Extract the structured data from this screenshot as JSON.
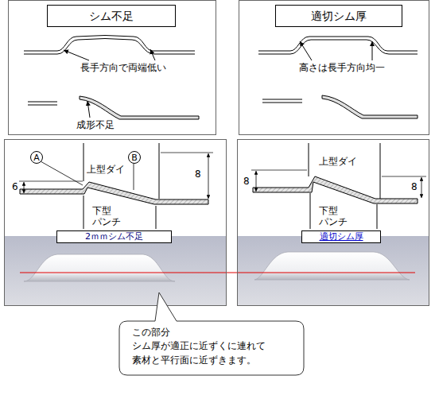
{
  "diagram": {
    "nodes": [
      {
        "text": [
          "長手方向で両端低い",
          "成形不足"
        ]
      },
      {
        "text": [
          "シム不足"
        ],
        "in": 0
      },
      {
        "text": [
          "高さは長手方向均一"
        ]
      },
      {
        "text": [
          "適切シム厚"
        ],
        "in": 2
      },
      {
        "text": [
          "上型ダイ",
          "下型 パンチ",
          "6",
          "8"
        ]
      },
      {
        "text": [
          "A"
        ],
        "in": 4
      },
      {
        "text": [
          "B"
        ],
        "in": 4
      },
      {
        "text": [
          "2ｍｍシム不足"
        ],
        "in": 4
      },
      {
        "text": [
          "上型ダイ",
          "下型 パンチ",
          "8",
          "8"
        ]
      },
      {
        "text": [
          "適切シム厚"
        ],
        "in": 8
      },
      {
        "text": [
          "この部分 シム厚が適正に近ずくに連れて 素材と平行面に近ずきます。"
        ]
      }
    ]
  }
}
